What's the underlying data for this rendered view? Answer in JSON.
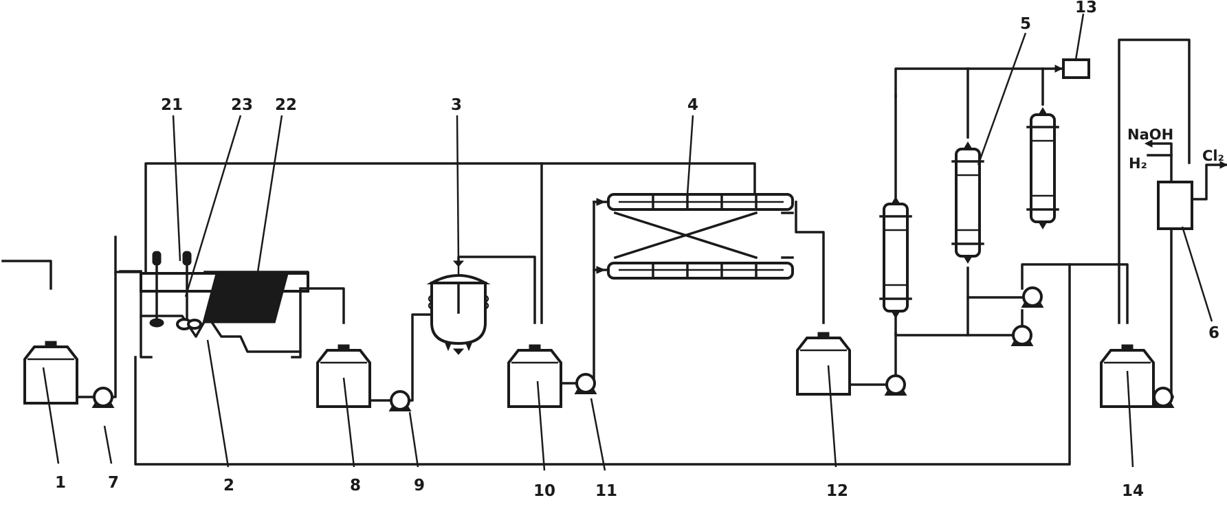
{
  "labels": {
    "n1": "1",
    "n2": "2",
    "n3": "3",
    "n4": "4",
    "n5": "5",
    "n6": "6",
    "n7": "7",
    "n8": "8",
    "n9": "9",
    "n10": "10",
    "n11": "11",
    "n12": "12",
    "n13": "13",
    "n14": "14",
    "n21": "21",
    "n22": "22",
    "n23": "23"
  },
  "streams": {
    "naoh": "NaOH",
    "h2": "H₂",
    "cl2": "Cl₂"
  },
  "colors": {
    "line": "#1a1a1a",
    "background": "#ffffff"
  }
}
